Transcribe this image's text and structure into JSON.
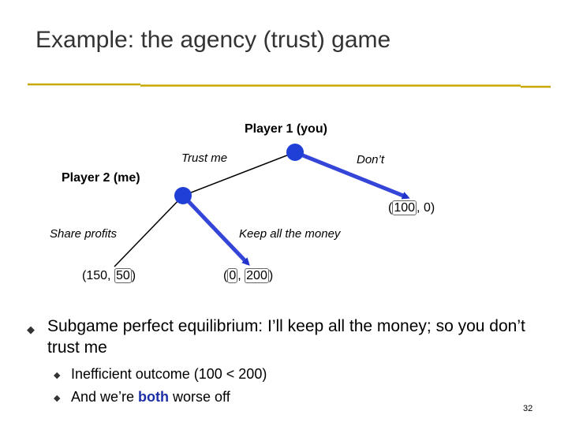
{
  "slide": {
    "title": "Example: the agency (trust) game",
    "page_number": "32"
  },
  "tree": {
    "player1_label": "Player 1 (you)",
    "player2_label": "Player 2 (me)",
    "move_trust": "Trust me",
    "move_dont": "Don’t",
    "move_share": "Share profits",
    "move_keep": "Keep all the money",
    "payoff_dont": {
      "open": "(",
      "p1": "100",
      "sep": ",",
      "p2": "0",
      "close": ")"
    },
    "payoff_share": {
      "open": "(",
      "p1": "150",
      "sep": ",",
      "p2": "50",
      "close": ")"
    },
    "payoff_keep": {
      "open": "(",
      "p1": "0",
      "sep": ",",
      "p2": "200",
      "close": ")"
    },
    "colors": {
      "node": "#1f3fd6",
      "highlight_edge": "#3545d8",
      "edge": "#000000",
      "rule": "#c8a800"
    }
  },
  "bullets": {
    "main": "Subgame perfect equilibrium: I’ll keep all the money; so you don’t trust me",
    "sub1": "Inefficient outcome (100 < 200)",
    "sub2_pre": "And we’re ",
    "sub2_bold": "both",
    "sub2_post": " worse off"
  }
}
